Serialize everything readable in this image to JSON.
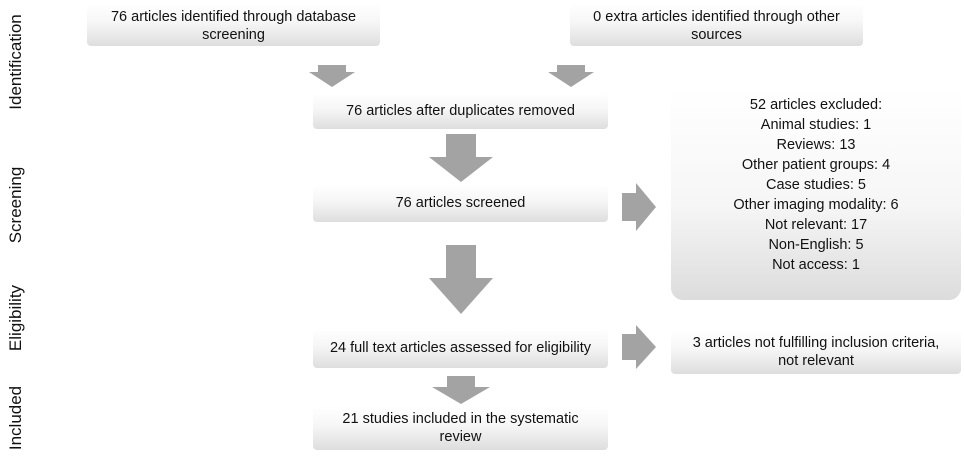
{
  "phases": {
    "identification": "Identification",
    "screening": "Screening",
    "eligibility": "Eligibility",
    "included": "Included"
  },
  "boxes": {
    "database": {
      "line1": "76 articles identified through database",
      "line2": "screening"
    },
    "other_sources": {
      "line1": "0 extra articles identified through other",
      "line2": "sources"
    },
    "duplicates_removed": "76 articles after duplicates removed",
    "screened": "76 articles screened",
    "full_text": "24 full text articles assessed for eligibility",
    "included": {
      "line1": "21 studies included in the systematic",
      "line2": "review"
    },
    "excluded_screening": [
      "52 articles excluded:",
      "Animal studies: 1",
      "Reviews: 13",
      "Other patient groups: 4",
      "Case studies: 5",
      "Other imaging modality: 6",
      "Not relevant: 17",
      "Non-English: 5",
      "Not access: 1"
    ],
    "excluded_eligibility": {
      "line1": "3 articles not fulfilling inclusion criteria,",
      "line2": "not relevant"
    }
  },
  "colors": {
    "arrow": "#a3a3a3",
    "box_gradient_top": "#ffffff",
    "box_gradient_bottom": "#dedede"
  }
}
